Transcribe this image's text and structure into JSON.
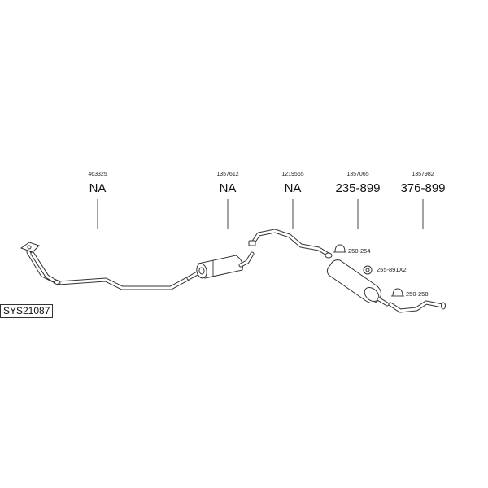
{
  "system_code": "SYS21087",
  "parts": [
    {
      "part_no": "463325",
      "code": "NA"
    },
    {
      "part_no": "1357612",
      "code": "NA"
    },
    {
      "part_no": "1219565",
      "code": "NA"
    },
    {
      "part_no": "1357065",
      "code": "235-899"
    },
    {
      "part_no": "1357982",
      "code": "376-899"
    }
  ],
  "clamps": [
    {
      "label": "250-254"
    },
    {
      "label": "255-891X2"
    },
    {
      "label": "250-258"
    }
  ]
}
